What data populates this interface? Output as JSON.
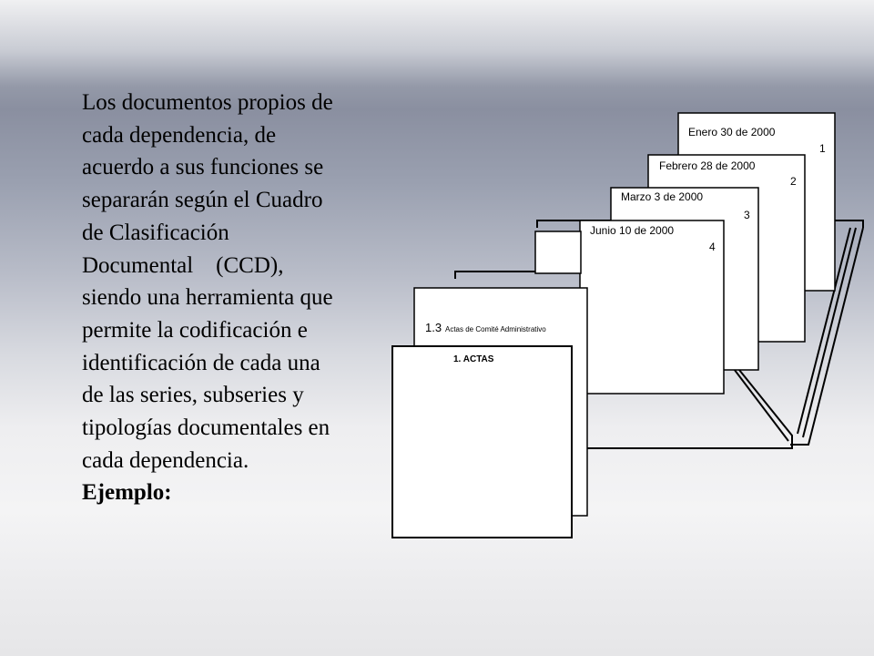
{
  "body_lines": [
    "Los documentos propios de",
    "cada dependencia, de",
    "acuerdo a sus funciones se",
    "separarán según el Cuadro",
    "de Clasificación",
    "Documental    (CCD),",
    "siendo una herramienta que",
    "permite la codificación e",
    "identificación de cada una",
    "de las series, subseries y",
    "tipologías documentales en",
    "cada dependencia."
  ],
  "example_label": "Ejemplo:",
  "diagram": {
    "documents": [
      {
        "date": "Enero 30 de 2000",
        "number": "1"
      },
      {
        "date": "Febrero 28 de 2000",
        "number": "2"
      },
      {
        "date": "Marzo  3 de 2000",
        "number": "3"
      },
      {
        "date": "Junio 10 de 2000",
        "number": "4"
      }
    ],
    "subseries_number": "1.3",
    "subseries_label": "Actas de Comité Administrativo",
    "series_label": "1.  ACTAS"
  }
}
